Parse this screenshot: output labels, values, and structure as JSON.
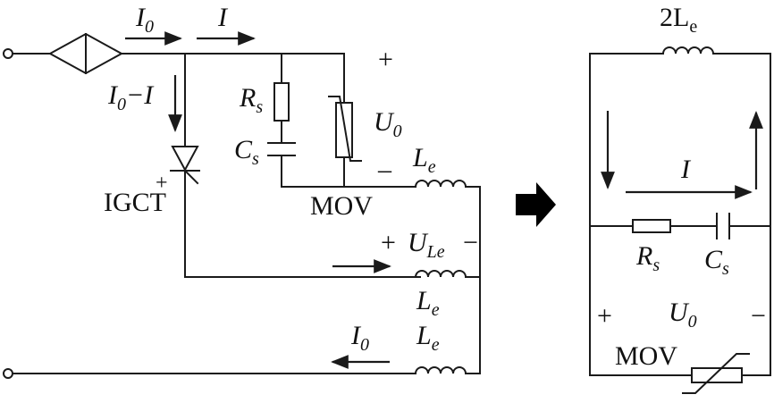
{
  "left": {
    "labels": {
      "i0_top": {
        "main": "I",
        "sub": "0"
      },
      "i_top": "I",
      "plus_top": "+",
      "i0_minus_i": {
        "main": "I",
        "sub": "0",
        "rest": "−I"
      },
      "rs": {
        "main": "R",
        "sub": "s"
      },
      "cs": {
        "main": "C",
        "sub": "s"
      },
      "u0": {
        "main": "U",
        "sub": "0"
      },
      "minus_mov": "–",
      "igct_plus": "+",
      "igct": "IGCT",
      "mov": "MOV",
      "le_top": {
        "main": "L",
        "sub": "e"
      },
      "ule": {
        "plus": "+",
        "main": "U",
        "sub": "Le",
        "minus": "−"
      },
      "le_mid": {
        "main": "L",
        "sub": "e"
      },
      "i0_bottom": {
        "main": "I",
        "sub": "0"
      },
      "le_bottom": {
        "main": "L",
        "sub": "e"
      }
    }
  },
  "transform_arrow": "➡",
  "right": {
    "labels": {
      "two_le": {
        "main": "2L",
        "sub": "e"
      },
      "i": "I",
      "rs": {
        "main": "R",
        "sub": "s"
      },
      "cs": {
        "main": "C",
        "sub": "s"
      },
      "plus": "+",
      "u0": {
        "main": "U",
        "sub": "0"
      },
      "minus": "−",
      "mov": "MOV"
    }
  }
}
